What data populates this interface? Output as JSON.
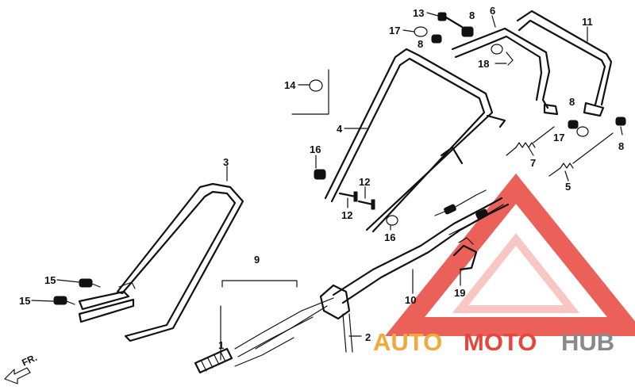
{
  "diagram": {
    "callouts": [
      {
        "id": "c1",
        "text": "1"
      },
      {
        "id": "c2",
        "text": "2"
      },
      {
        "id": "c3",
        "text": "3"
      },
      {
        "id": "c4",
        "text": "4"
      },
      {
        "id": "c5",
        "text": "5"
      },
      {
        "id": "c6",
        "text": "6"
      },
      {
        "id": "c7",
        "text": "7"
      },
      {
        "id": "c8a",
        "text": "8"
      },
      {
        "id": "c8b",
        "text": "8"
      },
      {
        "id": "c8c",
        "text": "8"
      },
      {
        "id": "c8d",
        "text": "8"
      },
      {
        "id": "c9",
        "text": "9"
      },
      {
        "id": "c10",
        "text": "10"
      },
      {
        "id": "c11",
        "text": "11"
      },
      {
        "id": "c12a",
        "text": "12"
      },
      {
        "id": "c12b",
        "text": "12"
      },
      {
        "id": "c13",
        "text": "13"
      },
      {
        "id": "c14",
        "text": "14"
      },
      {
        "id": "c15a",
        "text": "15"
      },
      {
        "id": "c15b",
        "text": "15"
      },
      {
        "id": "c16a",
        "text": "16"
      },
      {
        "id": "c16b",
        "text": "16"
      },
      {
        "id": "c17a",
        "text": "17"
      },
      {
        "id": "c17b",
        "text": "17"
      },
      {
        "id": "c18",
        "text": "18"
      },
      {
        "id": "c19",
        "text": "19"
      }
    ],
    "direction_label": "FR.",
    "watermark": {
      "auto": "AUTO",
      "moto": "MOTO",
      "hub": "HUB"
    },
    "colors": {
      "line": "#111111",
      "watermark_red": "#e8453c",
      "watermark_orange": "#f2a93b",
      "watermark_gray": "#8a8a8a",
      "background": "#ffffff"
    }
  }
}
